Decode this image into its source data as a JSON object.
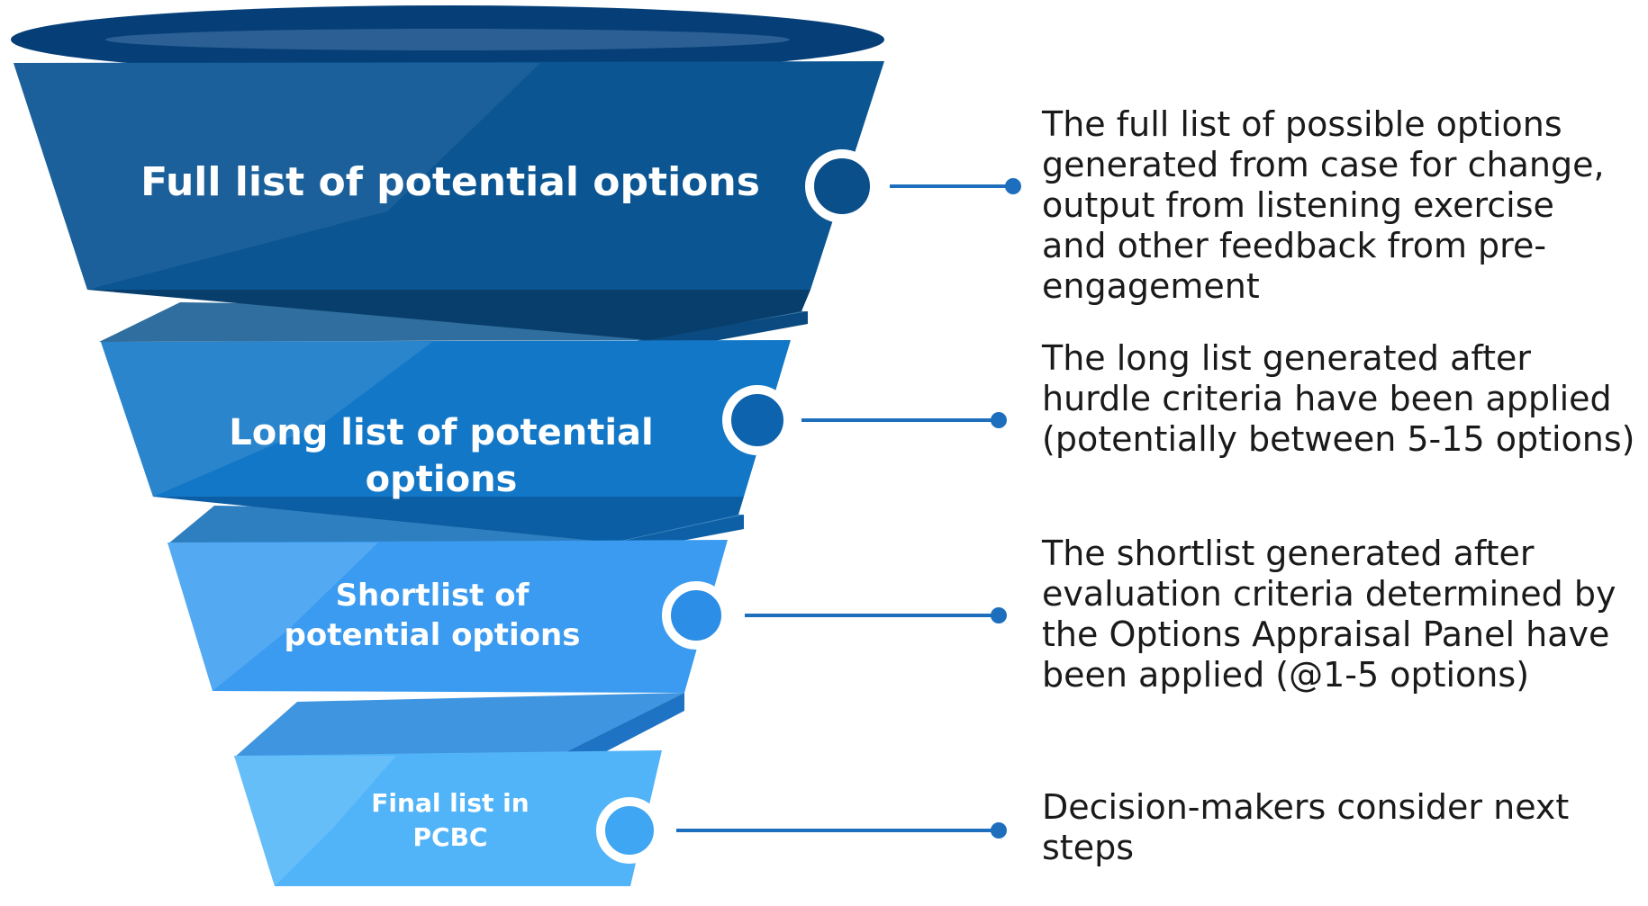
{
  "colors": {
    "stage1": "#0a5592",
    "stage2": "#1277c6",
    "stage3": "#3a9bf0",
    "stage4": "#52b4f8",
    "rim": "#063f78",
    "connector": "#1d6fbd",
    "text": "#1a1a1a"
  },
  "stages": [
    {
      "label": "Full list of potential options",
      "description": "The full list of possible options generated from case for change, output from listening exercise and other feedback from pre-engagement"
    },
    {
      "label": "Long list of potential options",
      "description": "The long list generated after hurdle criteria have been applied (potentially between 5-15 options)"
    },
    {
      "label": "Shortlist of potential options",
      "description": "The shortlist generated after evaluation criteria determined by the Options Appraisal Panel have been applied (@1-5 options)"
    },
    {
      "label": "Final list in PCBC",
      "description": "Decision-makers consider next steps"
    }
  ]
}
